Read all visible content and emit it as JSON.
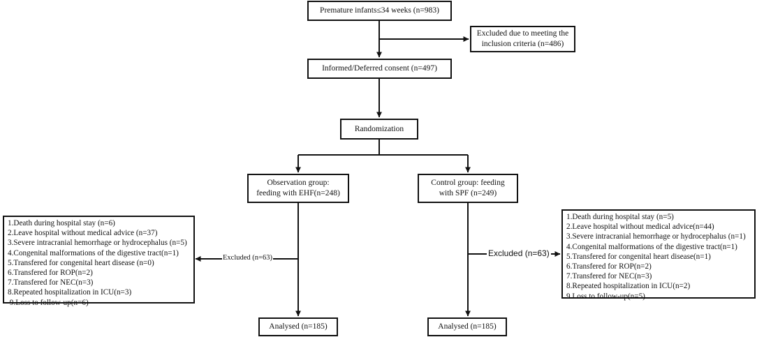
{
  "colors": {
    "line": "#111111",
    "box_border": "#111111",
    "background": "#ffffff"
  },
  "nodes": {
    "premature": "Premature infants≤34 weeks (n=983)",
    "excluded_criteria": [
      "Excluded due to meeting the",
      "inclusion criteria (n=486)"
    ],
    "consent": "Informed/Deferred consent (n=497)",
    "randomization": "Randomization",
    "observation": [
      "Observation group:",
      "feeding with EHF(n=248)"
    ],
    "control": [
      "Control group: feeding",
      "with SPF (n=249)"
    ],
    "analysed_left": "Analysed (n=185)",
    "analysed_right": "Analysed (n=185)"
  },
  "edge_labels": {
    "excluded_left": "Excluded (n=63)",
    "excluded_right": "Excluded (n=63)"
  },
  "exclusions_left": [
    "1.Death during hospital stay (n=6)",
    "2.Leave hospital without medical advice (n=37)",
    "3.Severe intracranial hemorrhage or hydrocephalus (n=5)",
    "4.Congenital malformations of the digestive tract(n=1)",
    "5.Transfered for congenital heart disease (n=0)",
    "6.Transfered for ROP(n=2)",
    "7.Transfered for  NEC(n=3)",
    "8.Repeated hospitalization in ICU(n=3)",
    " 9.Loss to follow-up(n=6)"
  ],
  "exclusions_right": [
    "1.Death during hospital stay (n=5)",
    "2.Leave hospital without medical advice(n=44)",
    "3.Severe intracranial hemorrhage or hydrocephalus (n=1)",
    "4.Congenital malformations of the digestive tract(n=1)",
    "5.Transfered for congenital heart disease(n=1)",
    "6.Transfered for ROP(n=2)",
    "7.Transfered for  NEC(n=3)",
    "8.Repeated hospitalization in ICU(n=2)",
    "9.Loss to follow-up(n=5)"
  ]
}
